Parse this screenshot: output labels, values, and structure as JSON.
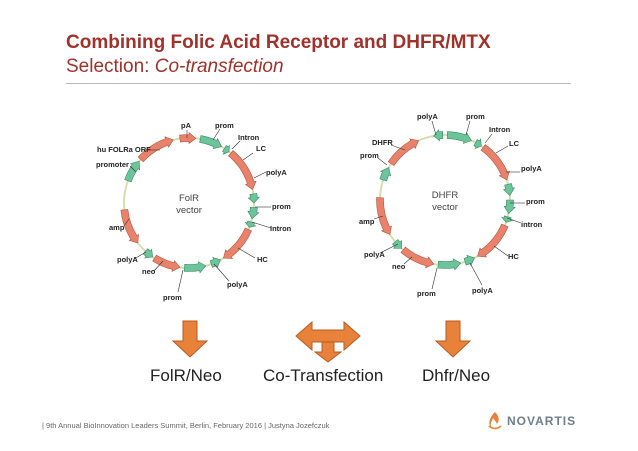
{
  "slide": {
    "title": "Combining Folic Acid Receptor and DHFR/MTX",
    "subtitle_prefix": "Selection: ",
    "subtitle_emphasis": "Co-transfection"
  },
  "folr_vector": {
    "name_line1": "FolR",
    "name_line2": "vector",
    "labels": {
      "pA": "pA",
      "prom_top": "prom",
      "intron_top": "Intron",
      "lc": "LC",
      "polya_right": "polyA",
      "prom_right": "prom",
      "intron_right": "Intron",
      "hc": "HC",
      "polya_bottom": "polyA",
      "prom_bottom": "prom",
      "neo": "neo",
      "polya_left": "polyA",
      "amp": "amp",
      "promoter": "promoter",
      "hu_folra_orf": "hu FOLRa ORF"
    }
  },
  "dhfr_vector": {
    "name_line1": "DHFR",
    "name_line2": "vector",
    "labels": {
      "polya_top": "polyA",
      "prom_top": "prom",
      "intron_top": "Intron",
      "lc": "LC",
      "polya_right": "polyA",
      "prom_right": "prom",
      "intron_right": "intron",
      "hc": "HC",
      "polya_bottom": "polyA",
      "prom_bottom": "prom",
      "neo": "neo",
      "polya_left": "polyA",
      "amp": "amp",
      "prom_left": "prom",
      "dhfr": "DHFR"
    }
  },
  "captions": {
    "left": "FolR/Neo",
    "middle": "Co-Transfection",
    "right": "Dhfr/Neo"
  },
  "footer": "| 9th Annual BioInnovation Leaders Summit, Berlin, February 2016 | Justyna Jozefczuk",
  "logo": {
    "text": "NOVARTIS"
  },
  "colors": {
    "title": "#a0322b",
    "salmon_feature": "#e8826a",
    "green_feature": "#6cc49a",
    "backbone": "#d8ddb0",
    "arrow_orange": "#e8823a"
  }
}
